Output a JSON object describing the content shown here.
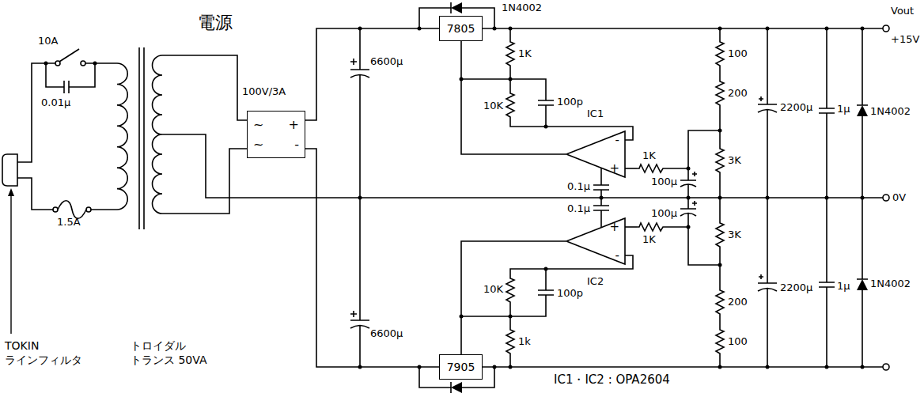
{
  "diagram": {
    "title": "電源",
    "nodes": [
      {
        "text": [
          "~",
          "+",
          "~",
          "-"
        ]
      },
      {
        "text": [
          "7805"
        ]
      },
      {
        "text": [
          "-",
          "+"
        ]
      },
      {
        "text": [
          "7905"
        ]
      },
      {
        "text": [
          "+",
          "-"
        ]
      }
    ],
    "edges": [
      {
        "from": 0,
        "to": 1,
        "arrow": "none"
      },
      {
        "from": 2,
        "to": 1,
        "arrow": "none"
      },
      {
        "from": 0,
        "to": 3,
        "arrow": "none"
      },
      {
        "from": 4,
        "to": 3,
        "arrow": "none"
      }
    ],
    "labels": [
      "10A",
      "0.01μ",
      "1.5A",
      "TOKIN ラインフィルタ",
      "トロイダル トランス 50VA",
      "100V/3A",
      "6600μ",
      "1N4002",
      "1K",
      "10K",
      "100p",
      "IC1",
      "0.1μ",
      "1K",
      "100μ",
      "100",
      "200",
      "3K",
      "2200μ",
      "1μ",
      "1N4002",
      "Vout",
      "+15V",
      "0V",
      "0.1μ",
      "100μ",
      "3K",
      "IC2",
      "1K",
      "2200μ",
      "1μ",
      "1N4002",
      "10K",
      "100p",
      "200",
      "6600μ",
      "1k",
      "100",
      "IC1・IC2 : OPA2604"
    ]
  }
}
